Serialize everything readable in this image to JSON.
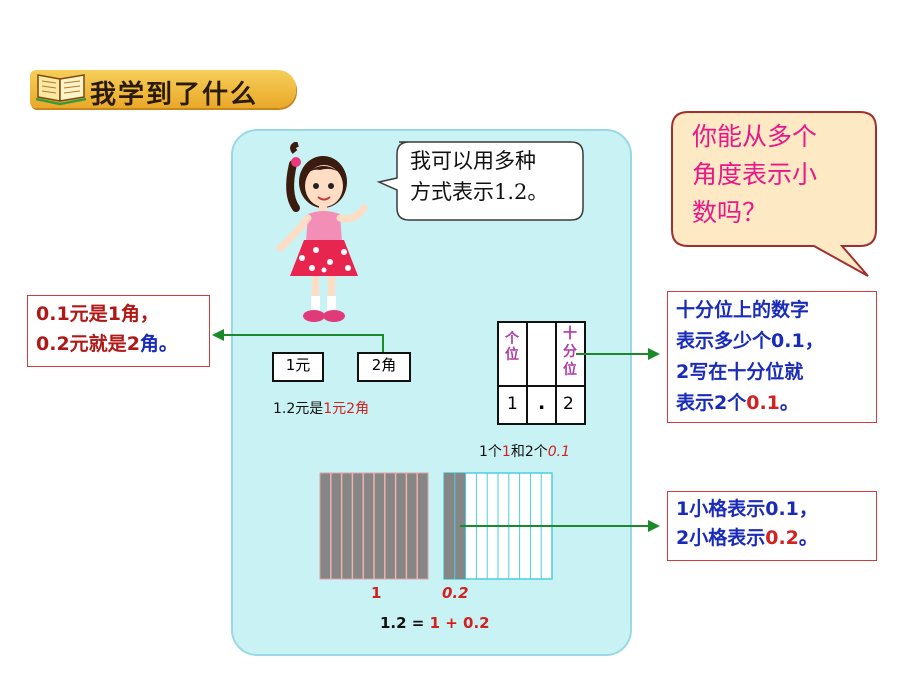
{
  "header": {
    "title": "我学到了什么",
    "icon": "book-icon"
  },
  "speech": {
    "line1": "我可以用多种",
    "line2": "方式表示1.2。"
  },
  "question": {
    "line1": "你能从多个",
    "line2": "角度表示小",
    "line3": "数吗？"
  },
  "note_money": {
    "a1": "0.1",
    "a2": "元是",
    "a3": "1",
    "a4": "角，",
    "b1": "0.2",
    "b2": "元就是",
    "b3": "2",
    "b4": "角。"
  },
  "money": {
    "yuan_box": "1元",
    "jiao_box": "2角",
    "caption_pre": "1.2元是",
    "caption_red": "1元2角"
  },
  "place_value": {
    "ones_label": "个位",
    "tenths_label": "十分位",
    "ones_digit": "1",
    "point": ".",
    "tenths_digit": "2",
    "caption_a": "1个",
    "caption_b": "1",
    "caption_c": "和2个",
    "caption_d": "0.1"
  },
  "note_place": {
    "l1": "十分位上的数字",
    "l2a": "表示多少个",
    "l2b": "0.1",
    "l2c": "，",
    "l3": "2写在十分位就",
    "l4a": "表示2个",
    "l4b": "0.1",
    "l4c": "。"
  },
  "grid": {
    "label_one": "1",
    "label_two": "0.2",
    "eq_a": "1.2 = ",
    "eq_b": "1 + 0.2",
    "filled_tenths": 2
  },
  "note_grid": {
    "l1a": "1小格表示",
    "l1b": "0.1",
    "l1c": "，",
    "l2a": "2小格表示",
    "l2b": "0.2",
    "l2c": "。"
  },
  "colors": {
    "panel": "#c9f2f4",
    "arrow": "#1b8a2a",
    "red": "#d42020",
    "blue": "#1a2bb8",
    "purple": "#b03aa8"
  }
}
